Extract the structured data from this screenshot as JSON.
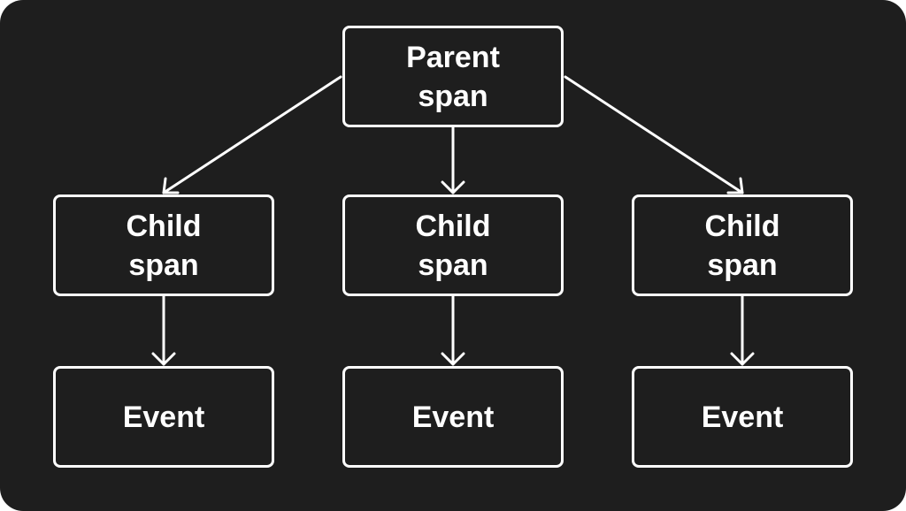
{
  "diagram": {
    "parent": {
      "line1": "Parent",
      "line2": "span"
    },
    "children": [
      {
        "line1": "Child",
        "line2": "span"
      },
      {
        "line1": "Child",
        "line2": "span"
      },
      {
        "line1": "Child",
        "line2": "span"
      }
    ],
    "events": [
      {
        "label": "Event"
      },
      {
        "label": "Event"
      },
      {
        "label": "Event"
      }
    ],
    "edges": [
      {
        "from": "parent",
        "to": "child-1"
      },
      {
        "from": "parent",
        "to": "child-2"
      },
      {
        "from": "parent",
        "to": "child-3"
      },
      {
        "from": "child-1",
        "to": "event-1"
      },
      {
        "from": "child-2",
        "to": "event-2"
      },
      {
        "from": "child-3",
        "to": "event-3"
      }
    ],
    "colors": {
      "background": "#1e1e1e",
      "stroke": "#ffffff",
      "text": "#ffffff"
    }
  }
}
